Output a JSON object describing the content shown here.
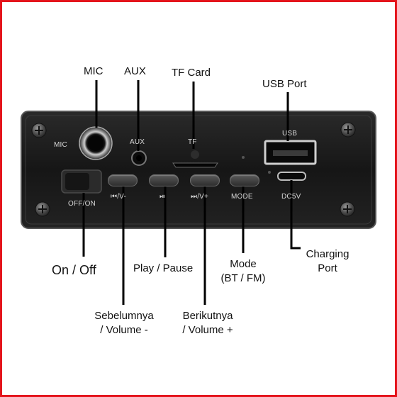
{
  "panel": {
    "mic_label": "MIC",
    "aux_label": "AUX",
    "tf_label": "TF",
    "usb_label": "USB",
    "switch_label": "OFF/ON",
    "dc_label": "DC5V",
    "prev_vol_label": "⏮/V-",
    "play_label": "⏯",
    "next_vol_label": "⏭/V+",
    "mode_label": "MODE"
  },
  "callouts": {
    "mic": "MIC",
    "aux": "AUX",
    "tf_card": "TF Card",
    "usb_port": "USB Port",
    "on_off": "On / Off",
    "play_pause": "Play / Pause",
    "mode_line1": "Mode",
    "mode_line2": "(BT / FM)",
    "charging_line1": "Charging",
    "charging_line2": "Port",
    "prev_line1": "Sebelumnya",
    "prev_line2": "/ Volume -",
    "next_line1": "Berikutnya",
    "next_line2": "/ Volume +"
  },
  "colors": {
    "frame": "#e4141c",
    "panel": "#1e1e1e",
    "label_text": "#111111"
  }
}
